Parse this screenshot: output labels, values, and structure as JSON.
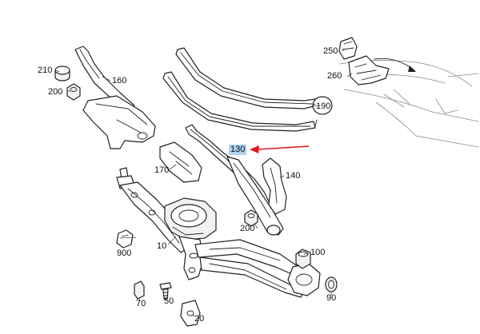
{
  "labels": {
    "p210": "210",
    "p200a": "200",
    "p160": "160",
    "p250": "250",
    "p260": "260",
    "p190": "190",
    "p130": "130",
    "p170": "170",
    "p140": "140",
    "p200b": "200",
    "p10": "10",
    "p900": "900",
    "p100": "100",
    "p90": "90",
    "p70": "70",
    "p50": "50",
    "p20": "20"
  },
  "highlight": {
    "label": "130",
    "arrow_color": "#e0191c",
    "highlight_color": "#a9d3f0"
  }
}
